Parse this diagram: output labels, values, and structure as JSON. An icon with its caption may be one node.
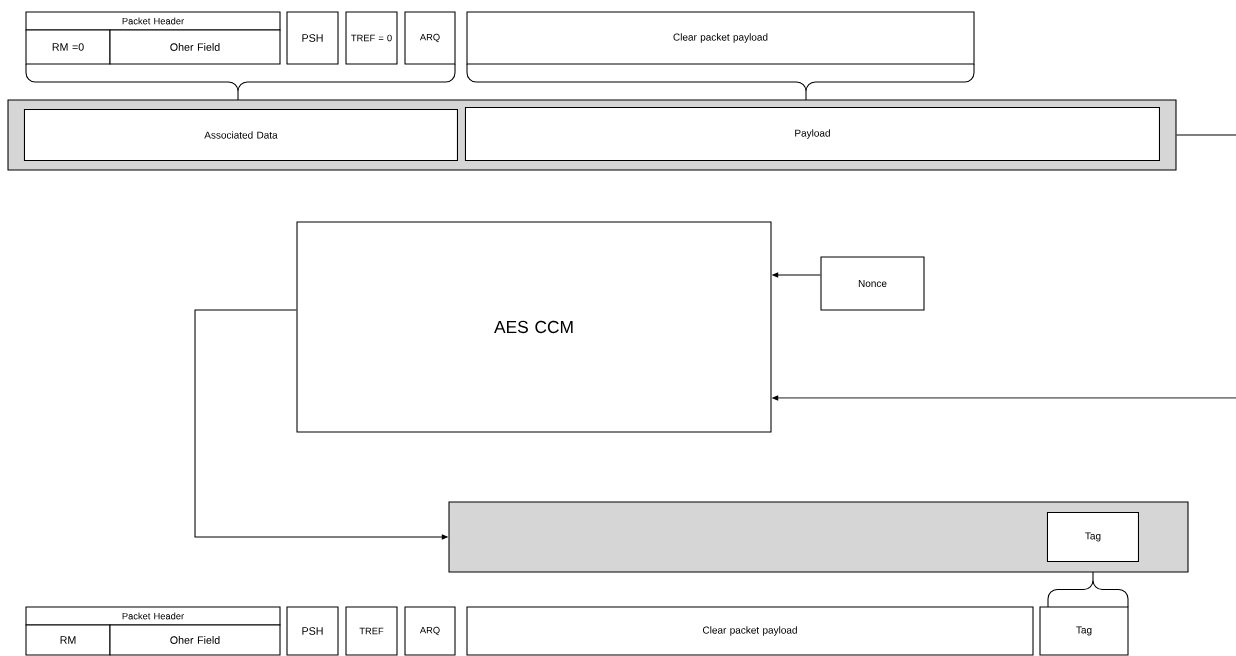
{
  "diagram": {
    "nodes": [
      {
        "text": [
          "Packet Header"
        ]
      },
      {
        "text": [
          "RM =0"
        ]
      },
      {
        "text": [
          "Oher Field"
        ]
      },
      {
        "text": [
          "PSH"
        ]
      },
      {
        "text": [
          "TREF = 0"
        ]
      },
      {
        "text": [
          "ARQ"
        ]
      },
      {
        "text": [
          "Clear packet payload"
        ]
      },
      {
        "text": [],
        "shape": "box"
      },
      {
        "text": [
          "Associated Data"
        ],
        "in": 7
      },
      {
        "text": [
          "Payload"
        ],
        "in": 7
      },
      {
        "text": [
          "AES CCM"
        ]
      },
      {
        "text": [
          "Nonce"
        ]
      },
      {
        "text": [],
        "shape": "box"
      },
      {
        "text": [
          "Tag"
        ],
        "in": 12
      },
      {
        "text": [
          "Packet Header"
        ]
      },
      {
        "text": [
          "RM"
        ]
      },
      {
        "text": [
          "Oher Field"
        ]
      },
      {
        "text": [
          "PSH"
        ]
      },
      {
        "text": [
          "TREF"
        ]
      },
      {
        "text": [
          "ARQ"
        ]
      },
      {
        "text": [
          "Clear packet payload"
        ]
      },
      {
        "text": [
          "Tag"
        ]
      }
    ],
    "edges": [
      {
        "from": 7,
        "to": null,
        "arrow": "none"
      },
      {
        "from": null,
        "to": 10,
        "arrow": "to"
      },
      {
        "from": 11,
        "to": 10,
        "arrow": "to"
      },
      {
        "from": 10,
        "to": 12,
        "arrow": "to"
      }
    ]
  }
}
